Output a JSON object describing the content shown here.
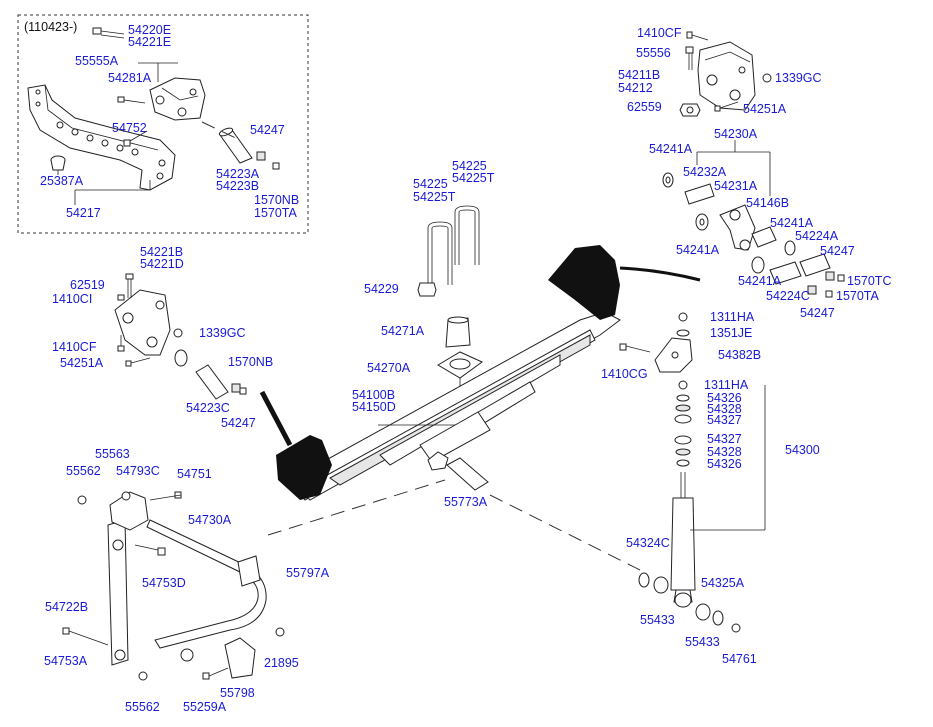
{
  "inset": {
    "date_code": "(110423-)",
    "labels": {
      "p55555A": "55555A",
      "p54220E": "54220E",
      "p54221E": "54221E",
      "p54281A": "54281A",
      "p54752": "54752",
      "p54247": "54247",
      "p54223A": "54223A",
      "p54223B": "54223B",
      "p1570NB": "1570NB",
      "p1570TA": "1570TA",
      "p25387A": "25387A",
      "p54217": "54217"
    }
  },
  "labels": {
    "p1410CF_top": "1410CF",
    "p55556": "55556",
    "p54211B": "54211B",
    "p54212": "54212",
    "p62559": "62559",
    "p1339GC_top": "1339GC",
    "p54251A_top": "54251A",
    "p54230A": "54230A",
    "p54241A_1": "54241A",
    "p54232A": "54232A",
    "p54231A": "54231A",
    "p54146B": "54146B",
    "p54241A_2": "54241A",
    "p54224A": "54224A",
    "p54241A_3": "54241A",
    "p54241A_4": "54241A",
    "p54247_r1": "54247",
    "p1570TC": "1570TC",
    "p54224C": "54224C",
    "p1570TA_r": "1570TA",
    "p54247_r2": "54247",
    "p54225_a": "54225",
    "p54225T_a": "54225T",
    "p54225_b": "54225",
    "p54225T_b": "54225T",
    "p54229": "54229",
    "p54221B": "54221B",
    "p54221D": "54221D",
    "p62519": "62519",
    "p1410CI": "1410CI",
    "p1339GC_mid": "1339GC",
    "p1410CF_mid": "1410CF",
    "p54251A_mid": "54251A",
    "p1570NB_mid": "1570NB",
    "p54223C": "54223C",
    "p54247_mid": "54247",
    "p54271A": "54271A",
    "p54270A": "54270A",
    "p54100B": "54100B",
    "p54150D": "54150D",
    "p55773A": "55773A",
    "p1311HA_top": "1311HA",
    "p1351JE": "1351JE",
    "p54382B": "54382B",
    "p1410CG": "1410CG",
    "p1311HA": "1311HA",
    "p54326_a": "54326",
    "p54328_a": "54328",
    "p54327_a": "54327",
    "p54327_b": "54327",
    "p54328_b": "54328",
    "p54326_b": "54326",
    "p54300": "54300",
    "p54324C": "54324C",
    "p54325A": "54325A",
    "p55433_a": "55433",
    "p55433_b": "55433",
    "p54761": "54761",
    "p55563": "55563",
    "p55562_top": "55562",
    "p54793C": "54793C",
    "p54751": "54751",
    "p54730A": "54730A",
    "p54753D": "54753D",
    "p55797A": "55797A",
    "p54722B": "54722B",
    "p54753A": "54753A",
    "p21895": "21895",
    "p55798": "55798",
    "p55259A": "55259A",
    "p55562_bot": "55562"
  }
}
